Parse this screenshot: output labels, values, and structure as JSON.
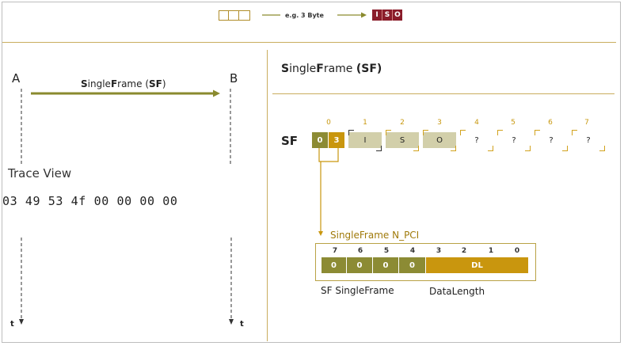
{
  "top_banner": {
    "boxes_count": 3,
    "example_label": "e.g. 3 Byte",
    "iso_letters": [
      "I",
      "S",
      "O"
    ]
  },
  "left_panel": {
    "node_a": "A",
    "node_b": "B",
    "arrow_label_prefix": "S",
    "arrow_label_mid": "ingle",
    "arrow_label_f": "F",
    "arrow_label_suffix": "rame (",
    "arrow_label_sf": "SF",
    "arrow_label_close": ")",
    "trace_title": "Trace View",
    "trace_bytes": "03 49 53 4f 00 00 00 00",
    "time_a": "t",
    "time_b": "t"
  },
  "right_panel": {
    "title_s": "S",
    "title_ingle": "ingle",
    "title_f": "F",
    "title_rame": "rame ",
    "title_sf": "(SF)",
    "row_label": "SF",
    "byte_indices": [
      "0",
      "1",
      "2",
      "3",
      "4",
      "5",
      "6",
      "7"
    ],
    "nibbles": [
      "0",
      "3"
    ],
    "bytes": [
      "I",
      "S",
      "O",
      "?",
      "?",
      "?",
      "?"
    ],
    "pci_title": "SingleFrame N_PCI",
    "bit_indices": [
      "7",
      "6",
      "5",
      "4",
      "3",
      "2",
      "1",
      "0"
    ],
    "bit_values": [
      "0",
      "0",
      "0",
      "0"
    ],
    "dl_label": "DL",
    "caption_sf": "SF SingleFrame",
    "caption_dl": "DataLength"
  },
  "colors": {
    "olive": "#8c8b34",
    "mustard": "#c9960e",
    "beige": "#d2cfaa",
    "iso_red": "#8a1c2a",
    "divider": "#c9ad5e",
    "arrow": "#8a8a2e"
  }
}
